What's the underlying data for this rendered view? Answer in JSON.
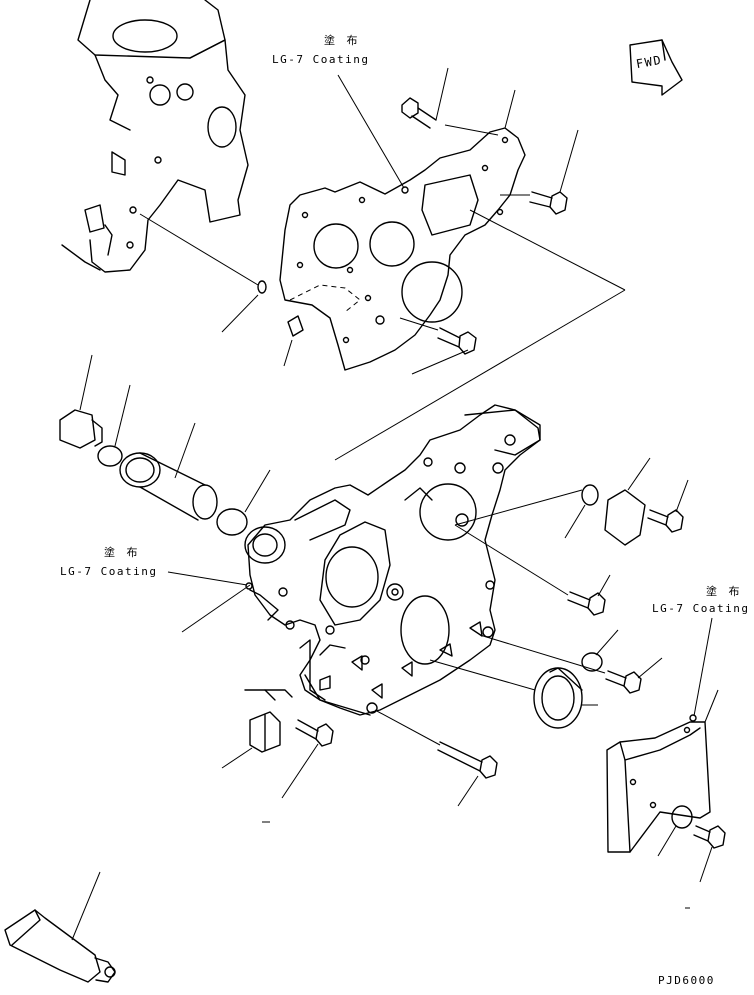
{
  "annotations": {
    "coating_top": {
      "jp": "塗 布",
      "en": "LG-7 Coating"
    },
    "coating_left": {
      "jp": "塗 布",
      "en": "LG-7 Coating"
    },
    "coating_right": {
      "jp": "塗 布",
      "en": "LG-7 Coating"
    }
  },
  "fwd_label": "FWD",
  "drawing_code": "PJD6000",
  "icons": [
    "fwd-arrow-icon"
  ]
}
